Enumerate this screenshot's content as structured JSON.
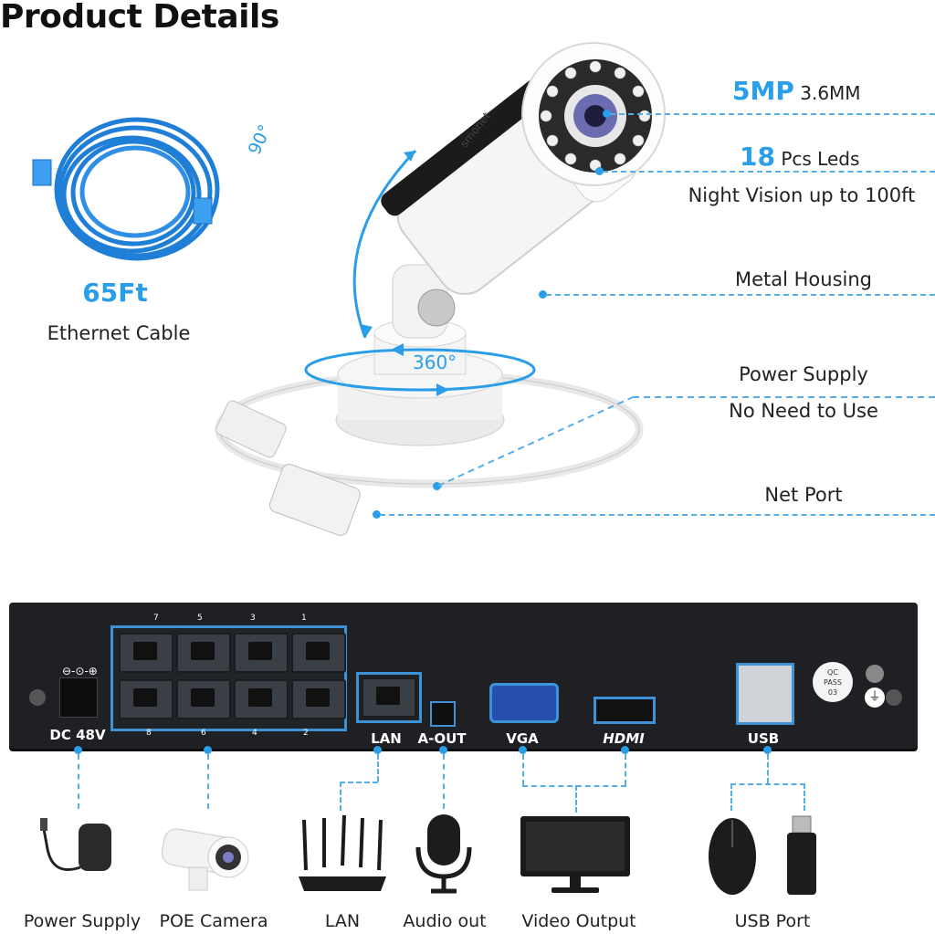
{
  "title": "Product Details",
  "cable": {
    "length": "65Ft",
    "name": "Ethernet Cable"
  },
  "camera": {
    "brand": "smonet",
    "tilt": "90°",
    "pan": "360°",
    "resolution": "5MP",
    "lens": "3.6MM",
    "led_count": "18",
    "led_unit": "Pcs Leds",
    "night_vision": "Night Vision up to 100ft",
    "housing": "Metal Housing",
    "power_title": "Power Supply",
    "power_note": "No Need to Use",
    "net_port": "Net Port"
  },
  "nvr": {
    "dc": "DC 48V",
    "port_numbers_top": [
      "7",
      "5",
      "3",
      "1"
    ],
    "port_numbers_bottom": [
      "8",
      "6",
      "4",
      "2"
    ],
    "lan": "LAN",
    "aout": "A-OUT",
    "vga": "VGA",
    "hdmi": "HDMI",
    "usb": "USB",
    "qc": [
      "QC",
      "PASS",
      "03"
    ]
  },
  "bottom": [
    {
      "label": "Power Supply"
    },
    {
      "label": "POE Camera"
    },
    {
      "label": "LAN"
    },
    {
      "label": "Audio out"
    },
    {
      "label": "Video Output"
    },
    {
      "label": "USB Port"
    }
  ],
  "colors": {
    "accent": "#2a9ee8",
    "nvr_body": "#1e2024"
  }
}
